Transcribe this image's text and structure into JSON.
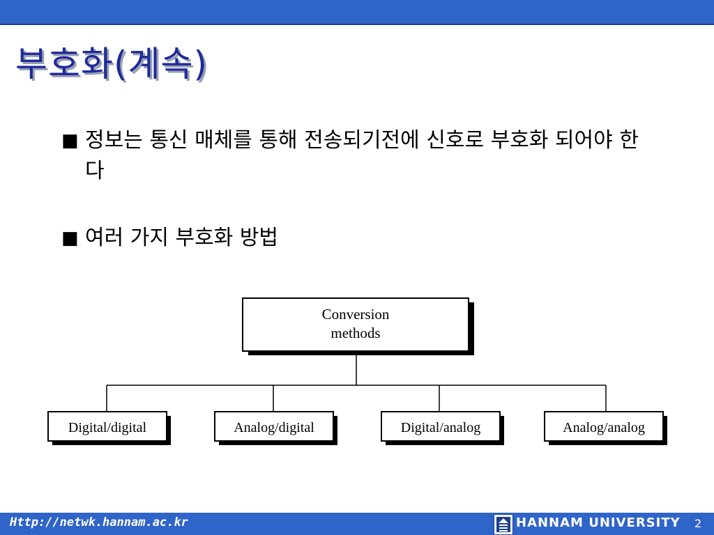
{
  "slide": {
    "title": "부호화(계속)",
    "bullets": [
      {
        "marker": "■",
        "text": "정보는 통신 매체를 통해 전송되기전에 신호로 부호화 되어야 한다"
      },
      {
        "marker": "■",
        "text": "여러 가지 부호화 방법"
      }
    ]
  },
  "diagram": {
    "root": {
      "line1": "Conversion",
      "line2": "methods"
    },
    "children": [
      "Digital/digital",
      "Analog/digital",
      "Digital/analog",
      "Analog/analog"
    ]
  },
  "footer": {
    "url": "Http://netwk.hannam.ac.kr",
    "university": "HANNAM  UNIVERSITY",
    "page": "2",
    "logo_icon": "hannam-logo-icon"
  },
  "colors": {
    "bar": "#2f64c8",
    "title": "#1c2a9a"
  }
}
